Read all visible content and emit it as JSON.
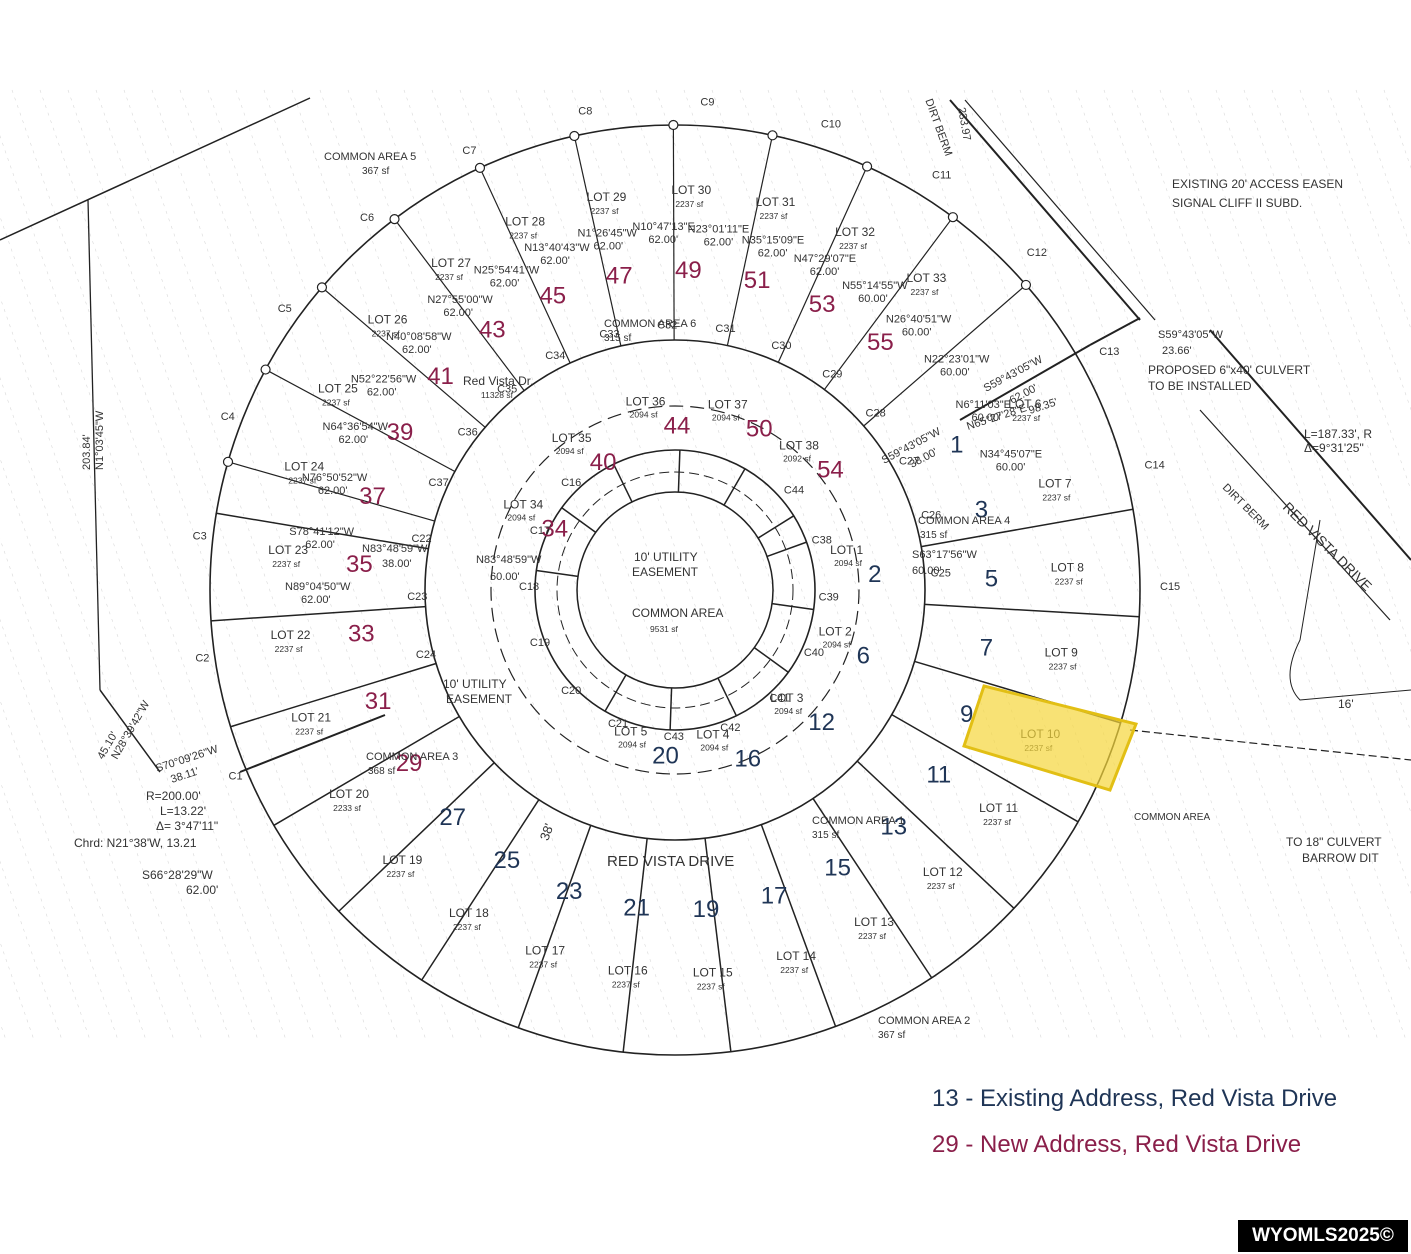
{
  "inner_lots": [
    {
      "lot": "LOT 1",
      "sf": "2094 sf",
      "existing": "2",
      "new": null
    },
    {
      "lot": "LOT 2",
      "sf": "2094 sf",
      "existing": "6",
      "new": null
    },
    {
      "lot": "LOT 3",
      "sf": "2094 sf",
      "existing": "12",
      "new": null
    },
    {
      "lot": "LOT 4",
      "sf": "2094 sf",
      "existing": "16",
      "new": null
    },
    {
      "lot": "LOT 5",
      "sf": "2094 sf",
      "existing": "20",
      "new": null
    },
    {
      "lot": "LOT 34",
      "sf": "2094 sf",
      "existing": null,
      "new": "34"
    },
    {
      "lot": "LOT 35",
      "sf": "2094 sf",
      "existing": null,
      "new": "40"
    },
    {
      "lot": "LOT 36",
      "sf": "2094 sf",
      "existing": null,
      "new": "44"
    },
    {
      "lot": "LOT 37",
      "sf": "2094 sf",
      "existing": null,
      "new": "50"
    },
    {
      "lot": "LOT 38",
      "sf": "2092 sf",
      "existing": null,
      "new": "54"
    }
  ],
  "outer_lots": [
    {
      "lot": "LOT 6",
      "sf": "2237 sf",
      "num": "1",
      "kind": "existing"
    },
    {
      "lot": "LOT 7",
      "sf": "2237 sf",
      "num": "3",
      "kind": "existing"
    },
    {
      "lot": "LOT 8",
      "sf": "2237 sf",
      "num": "5",
      "kind": "existing"
    },
    {
      "lot": "LOT 9",
      "sf": "2237 sf",
      "num": "7",
      "kind": "existing"
    },
    {
      "lot": "LOT 10",
      "sf": "2237 sf",
      "num": "9",
      "kind": "existing"
    },
    {
      "lot": "LOT 11",
      "sf": "2237 sf",
      "num": "11",
      "kind": "existing"
    },
    {
      "lot": "LOT 12",
      "sf": "2237 sf",
      "num": "13",
      "kind": "existing"
    },
    {
      "lot": "LOT 13",
      "sf": "2237 sf",
      "num": "15",
      "kind": "existing"
    },
    {
      "lot": "LOT 14",
      "sf": "2237 sf",
      "num": "17",
      "kind": "existing"
    },
    {
      "lot": "LOT 15",
      "sf": "2237 sf",
      "num": "19",
      "kind": "existing"
    },
    {
      "lot": "LOT 16",
      "sf": "2237 sf",
      "num": "21",
      "kind": "existing"
    },
    {
      "lot": "LOT 17",
      "sf": "2237 sf",
      "num": "23",
      "kind": "existing"
    },
    {
      "lot": "LOT 18",
      "sf": "2237 sf",
      "num": "25",
      "kind": "existing"
    },
    {
      "lot": "LOT 19",
      "sf": "2237 sf",
      "num": "27",
      "kind": "existing"
    },
    {
      "lot": "LOT 20",
      "sf": "2233 sf",
      "num": "29",
      "kind": "new"
    },
    {
      "lot": "LOT 21",
      "sf": "2237 sf",
      "num": "31",
      "kind": "new"
    },
    {
      "lot": "LOT 22",
      "sf": "2237 sf",
      "num": "33",
      "kind": "new"
    },
    {
      "lot": "LOT 23",
      "sf": "2237 sf",
      "num": "35",
      "kind": "new"
    },
    {
      "lot": "LOT 24",
      "sf": "2237 sf",
      "num": "37",
      "kind": "new"
    },
    {
      "lot": "LOT 25",
      "sf": "2237 sf",
      "num": "39",
      "kind": "new"
    },
    {
      "lot": "LOT 26",
      "sf": "2237 sf",
      "num": "41",
      "kind": "new"
    },
    {
      "lot": "LOT 27",
      "sf": "2237 sf",
      "num": "43",
      "kind": "new"
    },
    {
      "lot": "LOT 28",
      "sf": "2237 sf",
      "num": "45",
      "kind": "new"
    },
    {
      "lot": "LOT 29",
      "sf": "2237 sf",
      "num": "47",
      "kind": "new"
    },
    {
      "lot": "LOT 30",
      "sf": "2237 sf",
      "num": "49",
      "kind": "new"
    },
    {
      "lot": "LOT 31",
      "sf": "2237 sf",
      "num": "51",
      "kind": "new"
    },
    {
      "lot": "LOT 32",
      "sf": "2237 sf",
      "num": "53",
      "kind": "new"
    },
    {
      "lot": "LOT 33",
      "sf": "2237 sf",
      "num": "55",
      "kind": "new"
    }
  ],
  "areas": {
    "common_area_center": "COMMON AREA",
    "common_area_center_sf": "9531 sf",
    "utility_easement_1": "10' UTILITY",
    "utility_easement_2": "EASEMENT",
    "road_label": "RED VISTA DRIVE",
    "road_width": "38'",
    "red_vista_dr": "Red Vista Dr.",
    "red_vista_dr_sf": "11328 sf",
    "ca1": "COMMON AREA 1",
    "ca1_sf": "315 sf",
    "ca2": "COMMON AREA 2",
    "ca2_sf": "367 sf",
    "ca3": "COMMON AREA 3",
    "ca3_sf": "368 sf",
    "ca4": "COMMON AREA 4",
    "ca4_sf": "315 sf",
    "ca5": "COMMON AREA 5",
    "ca5_sf": "367 sf",
    "ca6": "COMMON AREA 6",
    "ca6_sf": "315 sf",
    "common_area_right": "COMMON AREA",
    "dirt_berm": "DIRT BERM",
    "red_vista_drive_right": "RED VISTA DRIVE"
  },
  "notes": {
    "access_easement_1": "EXISTING 20' ACCESS EASEN",
    "access_easement_2": "SIGNAL CLIFF II SUBD.",
    "culvert_1": "PROPOSED 6\"x40' CULVERT",
    "culvert_2": "TO BE INSTALLED",
    "culvert_18_1": "TO 18\" CULVERT",
    "culvert_18_2": "BARROW DIT",
    "curve_right_1": "L=187.33', R",
    "curve_right_2": "Δ=9°31'25\"",
    "dim_16": "16'",
    "curve_data_1": "R=200.00'",
    "curve_data_2": "L=13.22'",
    "curve_data_3": "Δ= 3°47'11\"",
    "curve_data_4": "Chrd: N21°38'W, 13.21",
    "bearing_s66": "S66°28'29\"W",
    "bearing_s66_d": "62.00'",
    "bearing_s70": "S70°09'26\"W",
    "bearing_s70_d": "38.11'",
    "bearing_n1": "N1°03'45\"W",
    "bearing_n1_d": "203.84'",
    "bearing_n28": "N28°39'42\"W",
    "bearing_n28_d": "45.10'",
    "bearing_s59a": "S59°43'05\"W",
    "bearing_s59a_d": "23.66'",
    "bearing_s59b": "S59°43'05\"W",
    "bearing_s59b_d": "62.00'",
    "bearing_s59c": "S59°43'05\"W",
    "bearing_s59c_d": "38.00'",
    "bearing_n65": "N65°27'28\"E",
    "bearing_n65_d": "98.35'",
    "bearing_s63": "S63°17'56\"W",
    "bearing_s63_d": "60.00'",
    "bearing_n83a": "N83°48'59\"W",
    "bearing_n83a_d": "38.00'",
    "bearing_n83b": "N83°48'59\"W",
    "bearing_n83b_d": "60.00'",
    "dim_233": "233.97"
  },
  "radial_bearings": [
    {
      "b": "N89°04'50\"W",
      "d": "62.00'"
    },
    {
      "b": "S78°41'12\"W",
      "d": "62.00'"
    },
    {
      "b": "N76°50'52\"W",
      "d": "62.00'"
    },
    {
      "b": "N64°36'54\"W",
      "d": "62.00'"
    },
    {
      "b": "N52°22'56\"W",
      "d": "62.00'"
    },
    {
      "b": "N40°08'58\"W",
      "d": "62.00'"
    },
    {
      "b": "N27°55'00\"W",
      "d": "62.00'"
    },
    {
      "b": "N25°54'41\"W",
      "d": "62.00'"
    },
    {
      "b": "N13°40'43\"W",
      "d": "62.00'"
    },
    {
      "b": "N1°26'45\"W",
      "d": "62.00'"
    },
    {
      "b": "N10°47'13\"E",
      "d": "62.00'"
    },
    {
      "b": "N23°01'11\"E",
      "d": "62.00'"
    },
    {
      "b": "N35°15'09\"E",
      "d": "62.00'"
    },
    {
      "b": "N47°29'07\"E",
      "d": "62.00'"
    },
    {
      "b": "N55°14'55\"W",
      "d": "60.00'"
    },
    {
      "b": "N26°40'51\"W",
      "d": "60.00'"
    },
    {
      "b": "N22°23'01\"W",
      "d": "60.00'"
    },
    {
      "b": "N6°11'03\"E",
      "d": "60.00'"
    },
    {
      "b": "N34°45'07\"E",
      "d": "60.00'"
    }
  ],
  "curves_outer": [
    "C1",
    "C2",
    "C3",
    "C4",
    "C5",
    "C6",
    "C7",
    "C8",
    "C9",
    "C10",
    "C11",
    "C12",
    "C13",
    "C14",
    "C15"
  ],
  "curves_mid": [
    "C24",
    "C23",
    "C22",
    "C37",
    "C36",
    "C35",
    "C34",
    "C33",
    "C32",
    "C31",
    "C30",
    "C29",
    "C28",
    "C27",
    "C26",
    "C25"
  ],
  "curves_inner": [
    "C44",
    "C38",
    "C39",
    "C40",
    "C41",
    "C42",
    "C43",
    "C21",
    "C20",
    "C19",
    "C18",
    "C17",
    "C16"
  ],
  "legend": {
    "existing": "13 - Existing Address, Red Vista Drive",
    "new": "29 - New Address, Red Vista Drive"
  },
  "watermark": "WYOMLS2025©",
  "colors": {
    "existing": "#1f3556",
    "new": "#8a1f4a",
    "highlight": "#f5d63a",
    "line": "#222222"
  }
}
